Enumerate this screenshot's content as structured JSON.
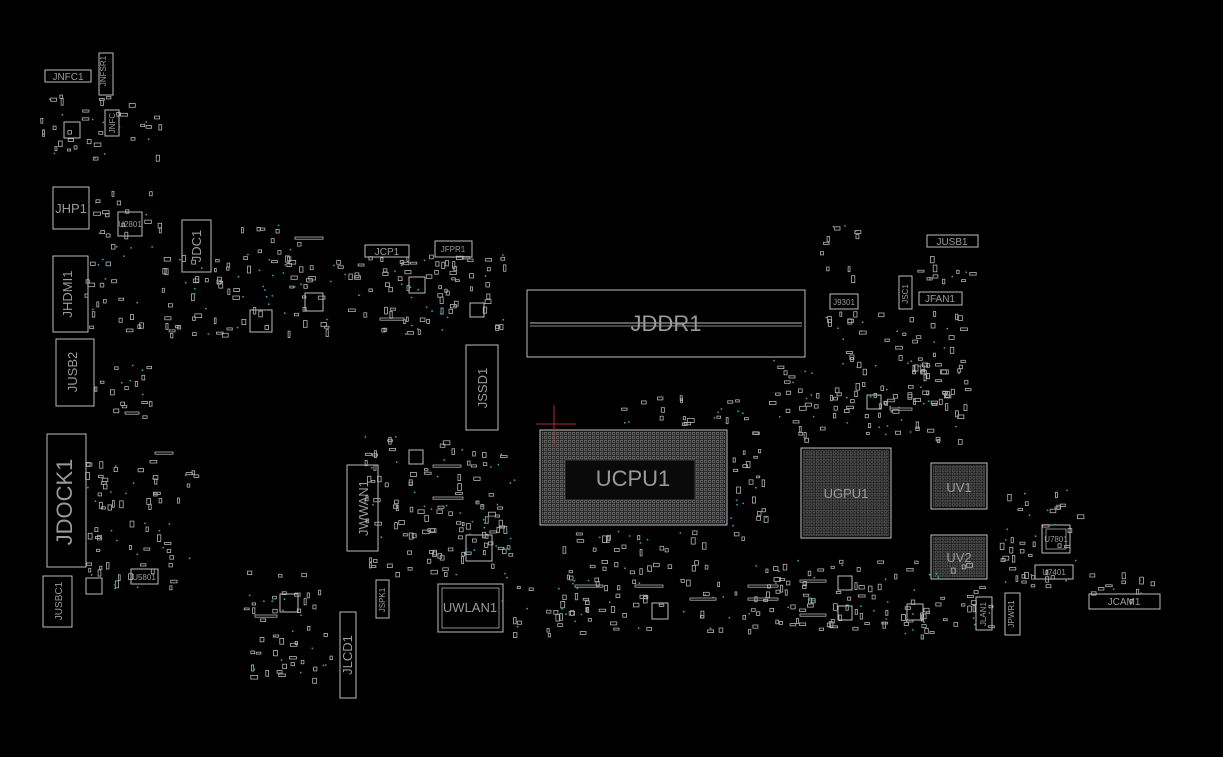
{
  "board": {
    "background": "#000000",
    "outline_color": "#bdbdbd",
    "label_color": "#9a9a9a",
    "via_color": "#2aa7b8"
  },
  "components": {
    "jnfc1": "JNFC1",
    "jnfsr1": "JNFSR1",
    "jnfc_small": "JNFC",
    "jhp1": "JHP1",
    "jhdmi1": "JHDMI1",
    "jusb2": "JUSB2",
    "jdock1": "JDOCK1",
    "jusbc1": "JUSBC1",
    "jdc1": "JDC1",
    "jcp1": "JCP1",
    "jfpr1": "JFPR1",
    "jddr1": "JDDR1",
    "jssd1": "JSSD1",
    "ucpu1": "UCPU1",
    "ugpu1": "UGPU1",
    "uv1": "UV1",
    "uv2": "UV2",
    "jwwan1": "JWWAN1",
    "uwlan1": "UWLAN1",
    "jspk1": "JSPK1",
    "jlcd1": "JLCD1",
    "jusb1": "JUSB1",
    "jsc1": "JSC1",
    "jfan1": "JFAN1",
    "j9301": "J9301",
    "u7801": "U7801",
    "u7401": "U7401",
    "jlan1": "JLAN1",
    "jpwr1": "JPWR1",
    "jcam1": "JCAM1",
    "u5801": "U5801",
    "u2801": "U2801"
  }
}
